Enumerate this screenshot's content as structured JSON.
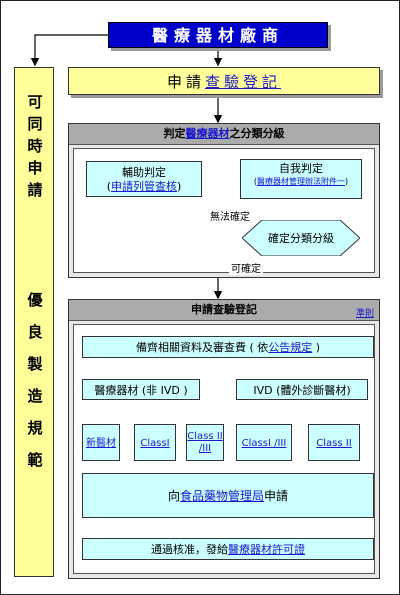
{
  "title": "醫療器材廠商",
  "side": {
    "chars1": [
      "可",
      "同",
      "時",
      "申",
      "請"
    ],
    "chars2": [
      "優",
      "良",
      "製",
      "造",
      "規",
      "範"
    ]
  },
  "apply": {
    "prefix": "申請",
    "link": "查驗登記"
  },
  "classify": {
    "head_prefix": "判定",
    "head_blue": "醫療器材",
    "head_suffix": "之分類分級",
    "assist": {
      "line1": "輔助判定",
      "open": "(",
      "link": "申請列管查核",
      "close": ")"
    },
    "self": {
      "line1": "自我判定",
      "open": "(",
      "link": "醫療器材管理辦法附件一",
      "close": ")"
    },
    "decision": "確定分類分級",
    "not_sure": "無法確定",
    "confirmed": "可確定"
  },
  "registration": {
    "head": "申請查驗登記",
    "corner_link": "準則",
    "docs": {
      "prefix": "備齊相關資料及審查費 ( 依",
      "link": "公告規定",
      "suffix": " )"
    },
    "non_ivd": "醫療器材 (非 IVD )",
    "ivd": "IVD (體外診斷醫材)",
    "new_device": "新醫材",
    "class1": "ClassI",
    "class23": "Class II /III",
    "ivd_class13": "ClassI /III",
    "ivd_class2": "Class II",
    "submit": {
      "prefix": "向",
      "agency": "食品藥物管理局",
      "suffix": "申請"
    },
    "approval": {
      "prefix": "通過核准，發給",
      "link": "醫療器材許可證"
    }
  }
}
